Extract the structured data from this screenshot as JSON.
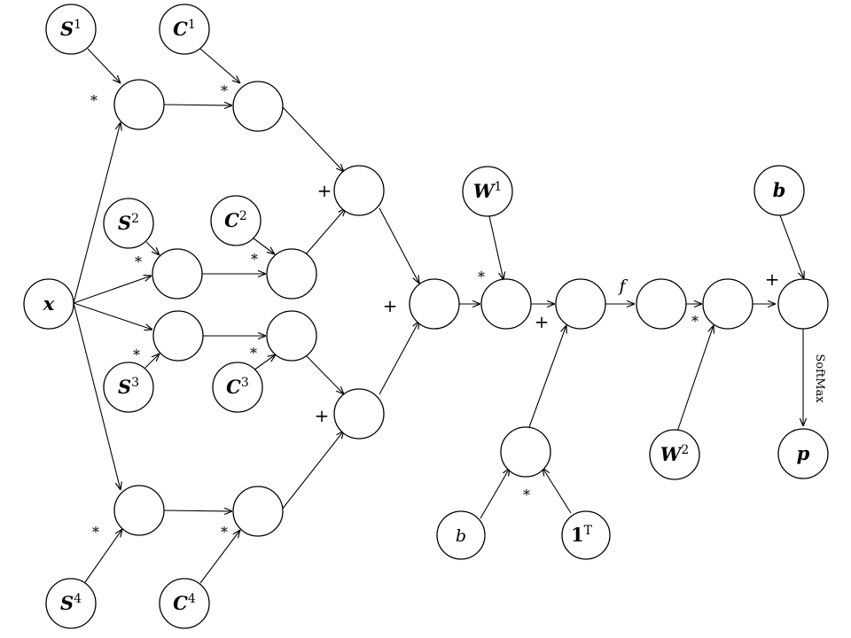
{
  "diagram": {
    "labels": {
      "s1": {
        "base": "S",
        "sup": "1"
      },
      "c1": {
        "base": "C",
        "sup": "1"
      },
      "s2": {
        "base": "S",
        "sup": "2"
      },
      "c2": {
        "base": "C",
        "sup": "2"
      },
      "s3": {
        "base": "S",
        "sup": "3"
      },
      "c3": {
        "base": "C",
        "sup": "3"
      },
      "s4": {
        "base": "S",
        "sup": "4"
      },
      "c4": {
        "base": "C",
        "sup": "4"
      },
      "x": {
        "base": "x"
      },
      "w1": {
        "base": "W",
        "sup": "1"
      },
      "w2": {
        "base": "W",
        "sup": "2"
      },
      "b_top": {
        "base": "b"
      },
      "b_small": {
        "base": "b"
      },
      "ones": {
        "base": "1",
        "sup": "T"
      },
      "p": {
        "base": "p"
      }
    },
    "operators": {
      "star": "*",
      "plus": "+",
      "f": "f"
    },
    "edge_labels": {
      "softmax": "SoftMax"
    }
  }
}
